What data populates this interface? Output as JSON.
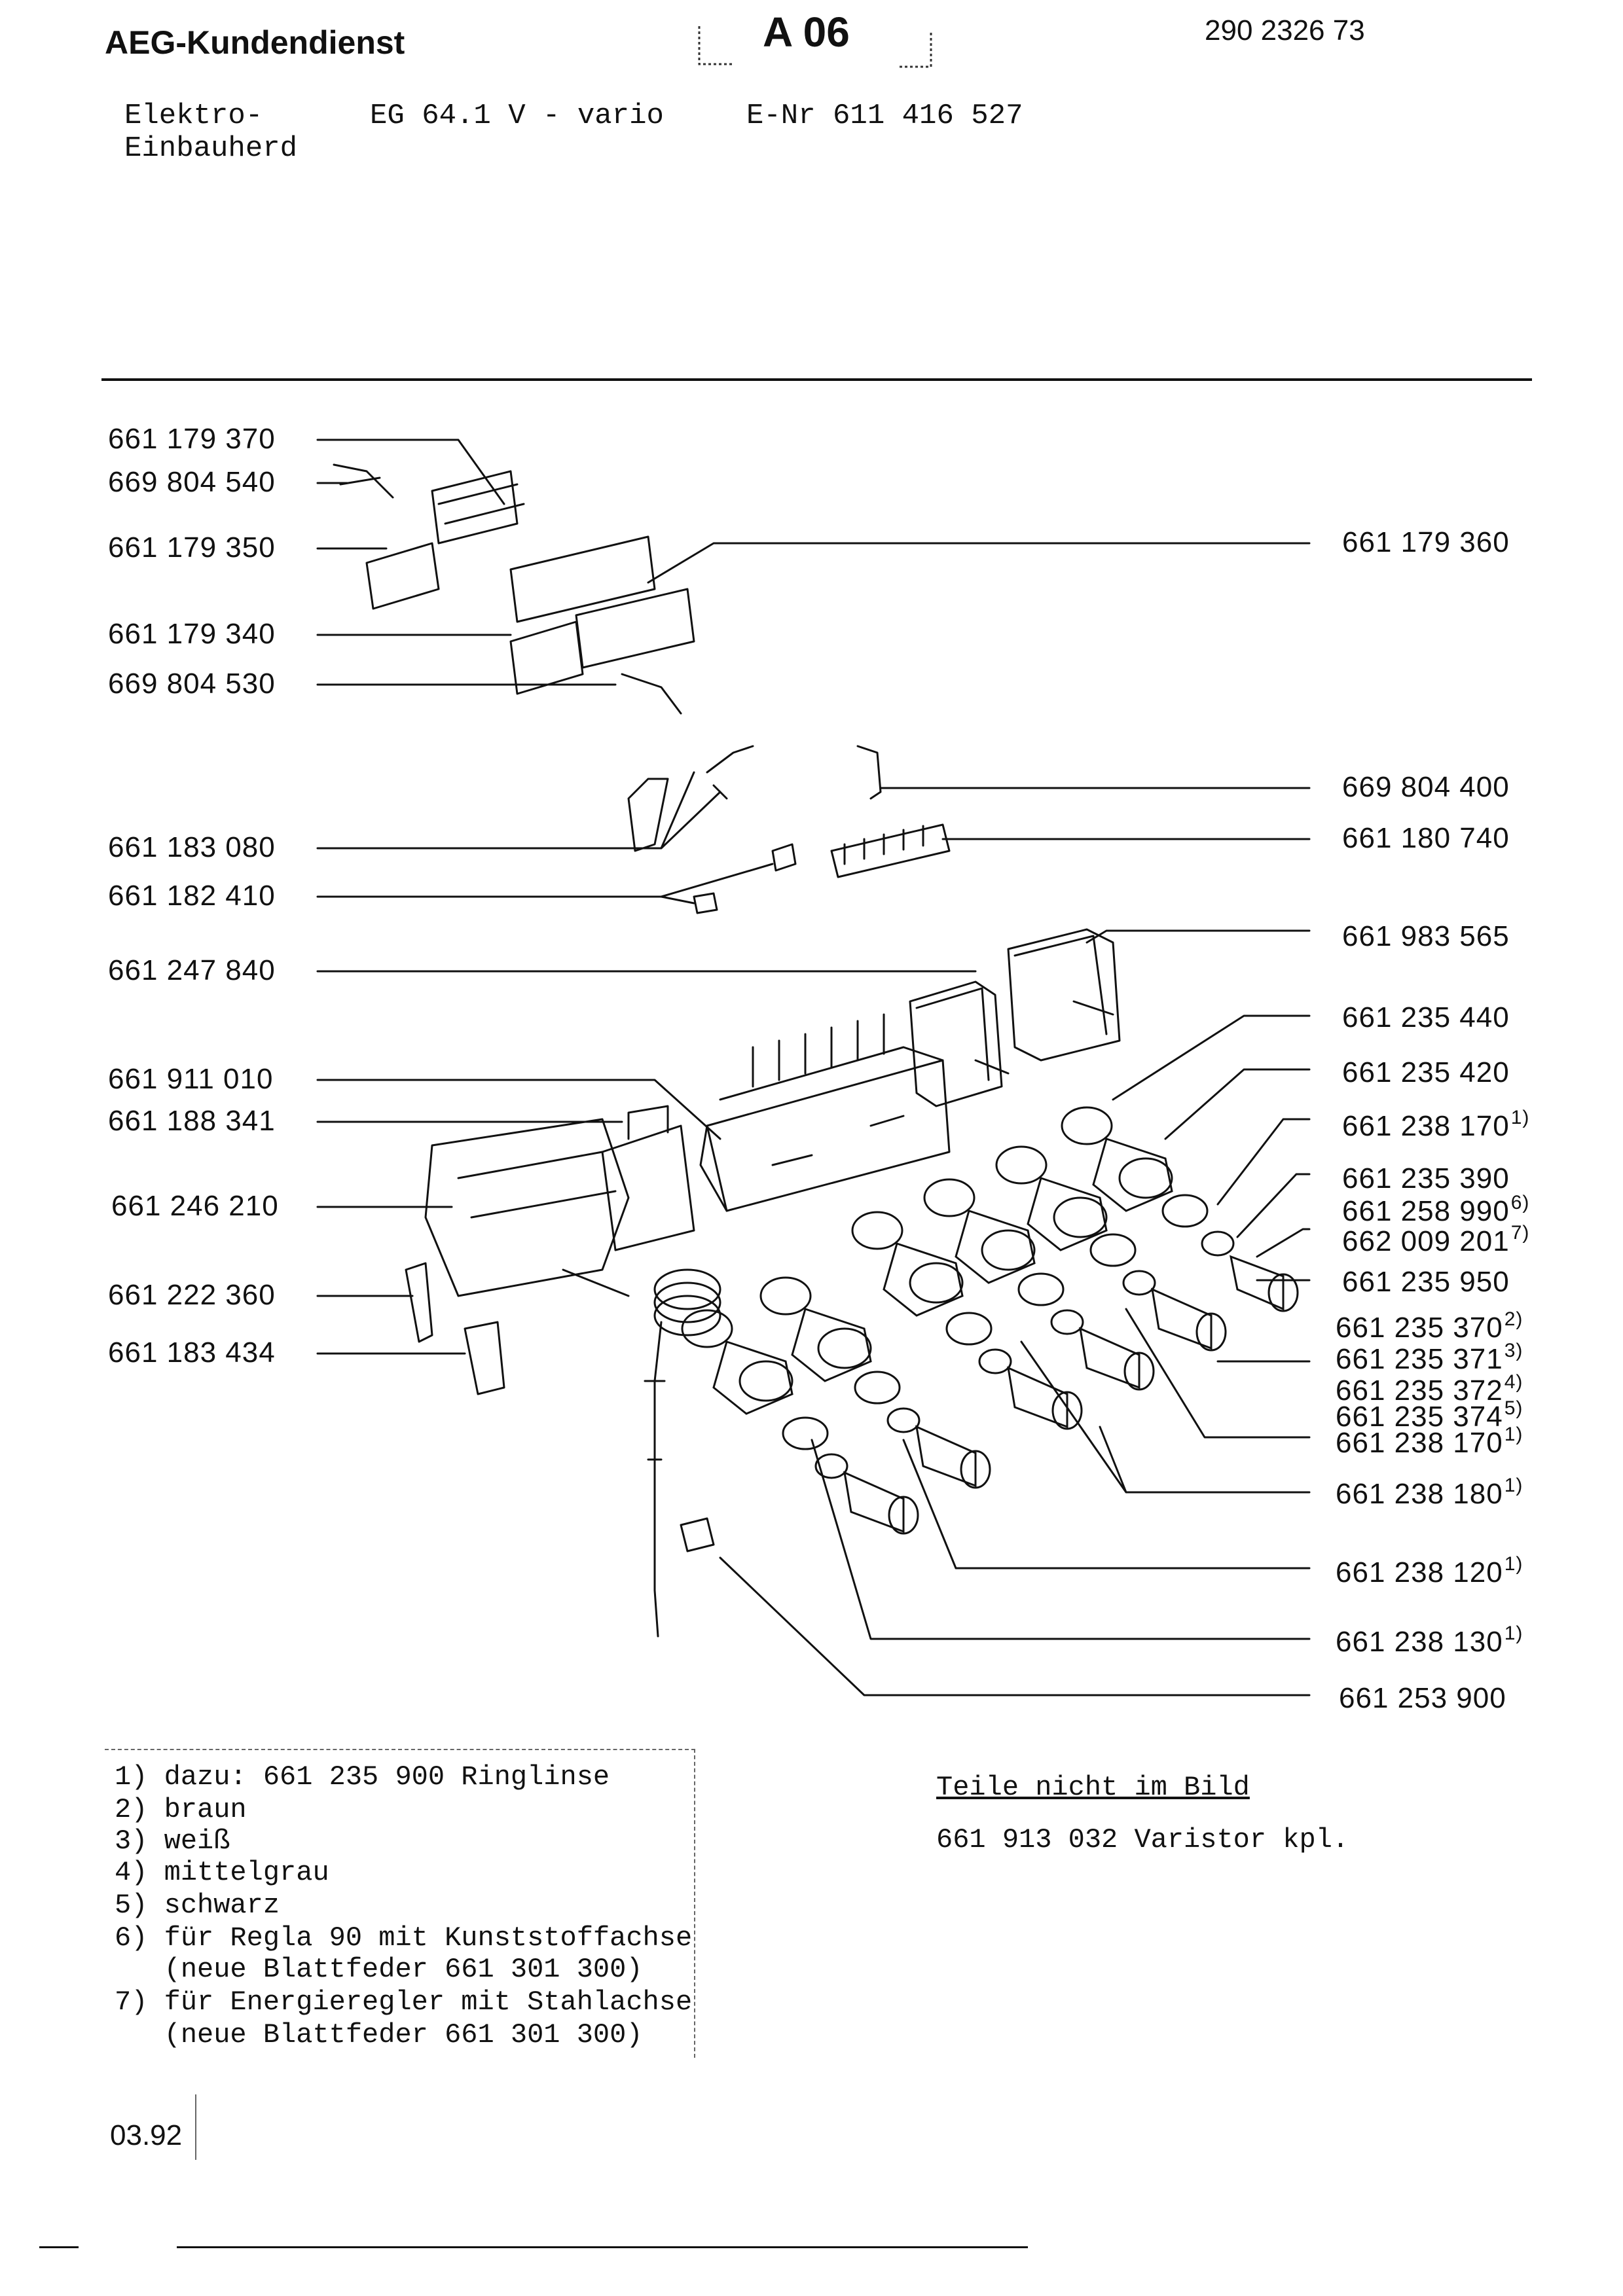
{
  "header": {
    "title": "AEG-Kundendienst",
    "sheet": "A 06",
    "doc_number": "290 2326 73",
    "product_line1": "Elektro-",
    "product_line2": "Einbauherd",
    "model": "EG 64.1  V - vario",
    "enr": "E-Nr 611 416 527"
  },
  "parts_left": [
    {
      "number": "661 179 370"
    },
    {
      "number": "669 804 540"
    },
    {
      "number": "661 179 350"
    },
    {
      "number": "661 179 340"
    },
    {
      "number": "669 804 530"
    },
    {
      "number": "661 183 080"
    },
    {
      "number": "661 182 410"
    },
    {
      "number": "661 247 840"
    },
    {
      "number": "661 911 010"
    },
    {
      "number": "661 188 341"
    },
    {
      "number": "661 246 210"
    },
    {
      "number": "661 222 360"
    },
    {
      "number": "661 183 434"
    }
  ],
  "parts_right": [
    {
      "number": "661 179 360",
      "note": ""
    },
    {
      "number": "669 804 400",
      "note": ""
    },
    {
      "number": "661 180 740",
      "note": ""
    },
    {
      "number": "661 983 565",
      "note": ""
    },
    {
      "number": "661 235 440",
      "note": ""
    },
    {
      "number": "661 235 420",
      "note": ""
    },
    {
      "number": "661 238 170",
      "note": "1)"
    },
    {
      "number": "661 235 390",
      "note": ""
    },
    {
      "number": "661 258 990",
      "note": "6)"
    },
    {
      "number": "662 009 201",
      "note": "7)"
    },
    {
      "number": "661 235 950",
      "note": ""
    },
    {
      "number": "661 235 370",
      "note": "2)"
    },
    {
      "number": "661 235 371",
      "note": "3)"
    },
    {
      "number": "661 235 372",
      "note": "4)"
    },
    {
      "number": "661 235 374",
      "note": "5)"
    },
    {
      "number": "661 238 170",
      "note": "1)"
    },
    {
      "number": "661 238 180",
      "note": "1)"
    },
    {
      "number": "661 238 120",
      "note": "1)"
    },
    {
      "number": "661 238 130",
      "note": "1)"
    },
    {
      "number": "661 253 900",
      "note": ""
    }
  ],
  "footnotes": [
    "1) dazu: 661 235 900 Ringlinse",
    "2) braun",
    "3) weiß",
    "4) mittelgrau",
    "5) schwarz",
    "6) für Regla 90 mit Kunststoffachse",
    "   (neue Blattfeder 661 301 300)",
    "7) für Energieregler mit Stahlachse",
    "   (neue Blattfeder 661 301 300)"
  ],
  "not_pictured": {
    "heading": "Teile nicht im Bild",
    "item": "661 913 032 Varistor kpl."
  },
  "date": "03.92"
}
